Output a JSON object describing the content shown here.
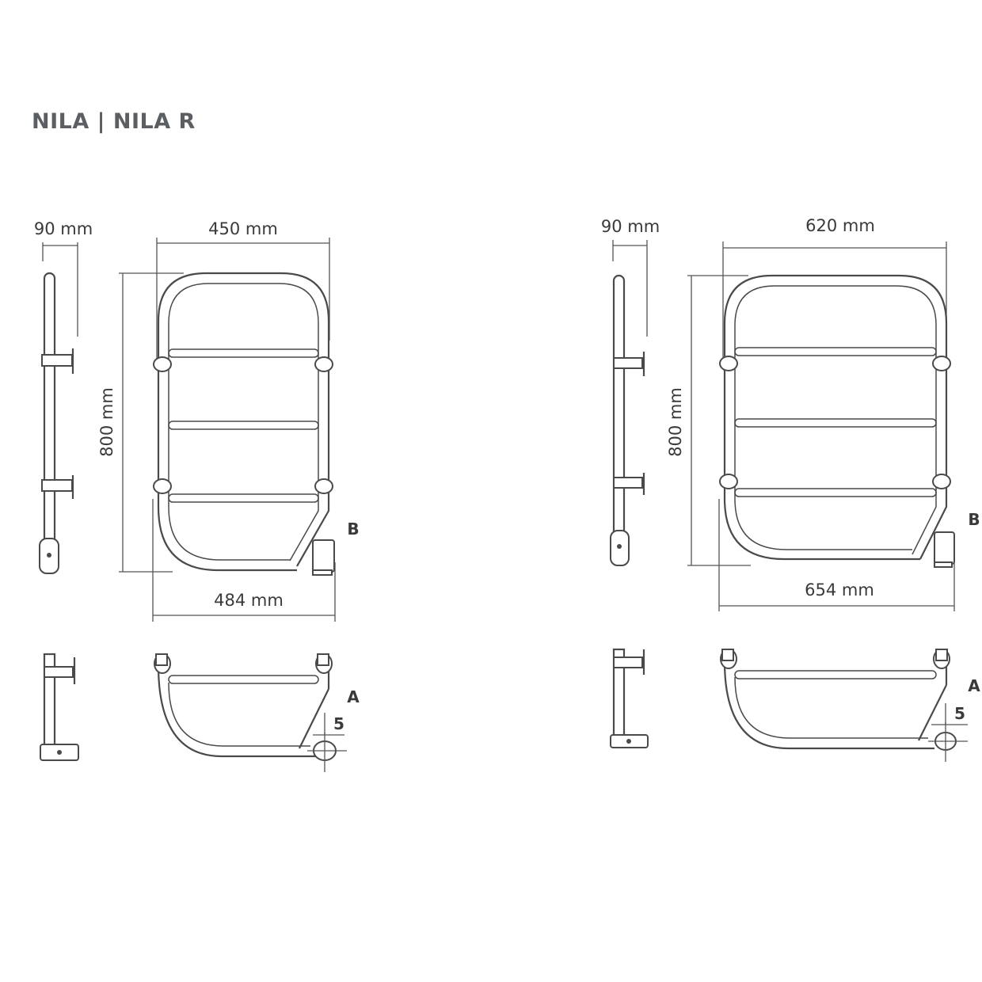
{
  "title": "NILA | NILA R",
  "left_model": {
    "depth": "90 mm",
    "top_width": "450 mm",
    "height": "800 mm",
    "bottom_width": "484 mm",
    "label_b": "B",
    "label_a": "A",
    "offset": "5"
  },
  "right_model": {
    "depth": "90 mm",
    "top_width": "620 mm",
    "height": "800 mm",
    "bottom_width": "654 mm",
    "label_b": "B",
    "label_a": "A",
    "offset": "5"
  }
}
